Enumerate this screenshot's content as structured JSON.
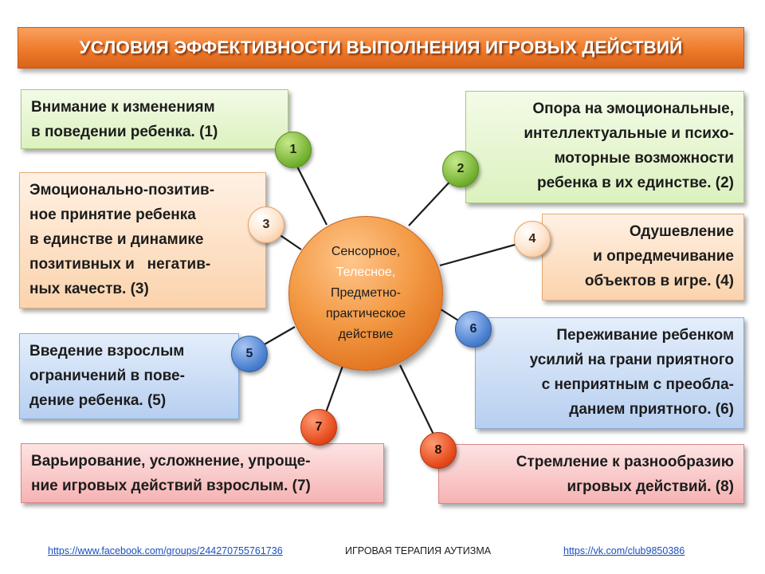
{
  "title": "УСЛОВИЯ ЭФФЕКТИВНОСТИ ВЫПОЛНЕНИЯ ИГРОВЫХ ДЕЙСТВИЙ",
  "center": {
    "lines": [
      "Сенсорное,",
      "Телесное,",
      "Предметно-",
      "практическое",
      "действие"
    ]
  },
  "nodes": [
    {
      "number": "1",
      "lines": [
        "Внимание к изменениям",
        "в поведении ребенка. (1)"
      ]
    },
    {
      "number": "2",
      "lines": [
        "Опора на эмоциональные,",
        "интеллектуальные и психо-",
        "моторные возможности",
        "ребенка в их единстве. (2)"
      ]
    },
    {
      "number": "3",
      "lines": [
        "Эмоционально-позитив-",
        "ное принятие ребенка",
        "в единстве и динамике",
        "позитивных и   негатив-",
        "ных качеств. (3)"
      ]
    },
    {
      "number": "4",
      "lines": [
        "Одушевление",
        "и опредмечивание",
        "объектов в игре. (4)"
      ]
    },
    {
      "number": "5",
      "lines": [
        "Введение взрослым",
        "ограничений в пове-",
        "дение ребенка. (5)"
      ]
    },
    {
      "number": "6",
      "lines": [
        "Переживание ребенком",
        "усилий на грани приятного",
        "с неприятным с преобла-",
        "данием приятного. (6)"
      ]
    },
    {
      "number": "7",
      "lines": [
        "Варьирование, усложнение, упроще-",
        "ние игровых действий взрослым. (7)"
      ]
    },
    {
      "number": "8",
      "lines": [
        "Стремление к разнообразию",
        "игровых действий. (8)"
      ]
    }
  ],
  "colors": {
    "title_bg": "#ee7a2b",
    "green": "#dcf1bf",
    "orange": "#fbd3ac",
    "blue": "#b7cff0",
    "red": "#f6b3b3",
    "center": "#f39a45",
    "link": "#1a4fbf"
  },
  "footer": {
    "left_link": "https://www.facebook.com/groups/244270755761736",
    "middle_text": "ИГРОВАЯ ТЕРАПИЯ АУТИЗМА",
    "right_link": "https://vk.com/club9850386"
  }
}
